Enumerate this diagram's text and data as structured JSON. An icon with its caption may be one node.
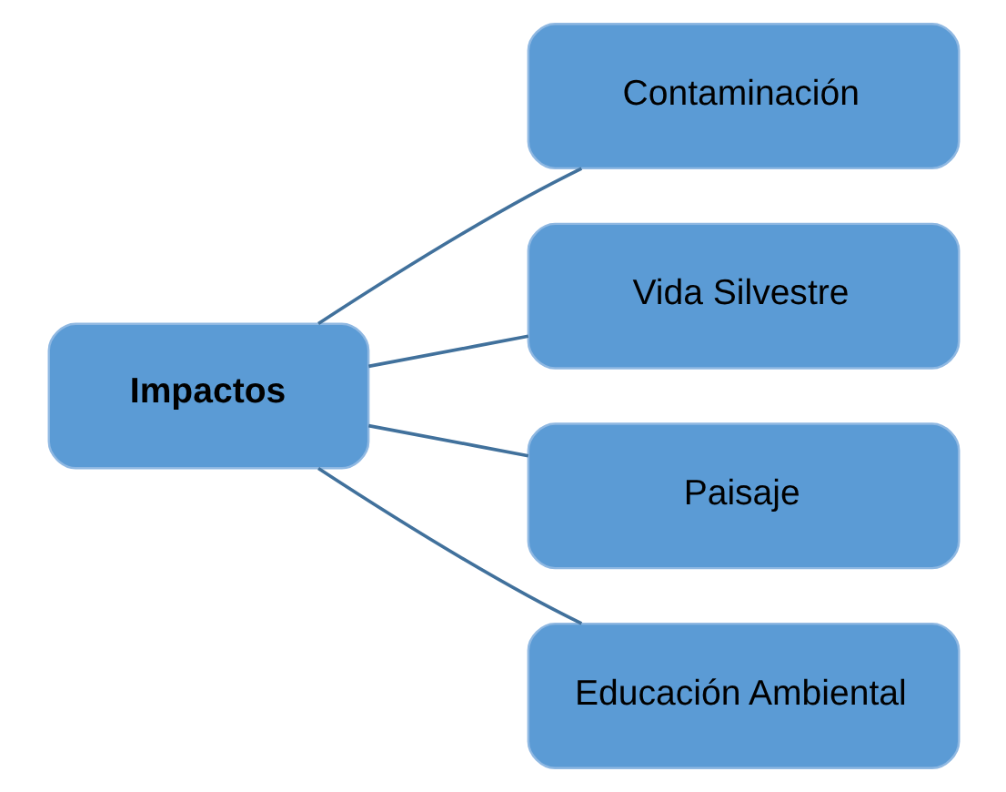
{
  "diagram": {
    "nodes": [
      {
        "text": [
          "Impactos"
        ]
      },
      {
        "text": [
          "Contaminación"
        ]
      },
      {
        "text": [
          "Vida Silvestre"
        ]
      },
      {
        "text": [
          "Paisaje"
        ]
      },
      {
        "text": [
          "Educación Ambiental"
        ]
      }
    ],
    "edges": [
      {
        "from": 0,
        "to": 1,
        "arrow": "none"
      },
      {
        "from": 0,
        "to": 2,
        "arrow": "none"
      },
      {
        "from": 0,
        "to": 3,
        "arrow": "none"
      },
      {
        "from": 0,
        "to": 4,
        "arrow": "none"
      }
    ]
  }
}
